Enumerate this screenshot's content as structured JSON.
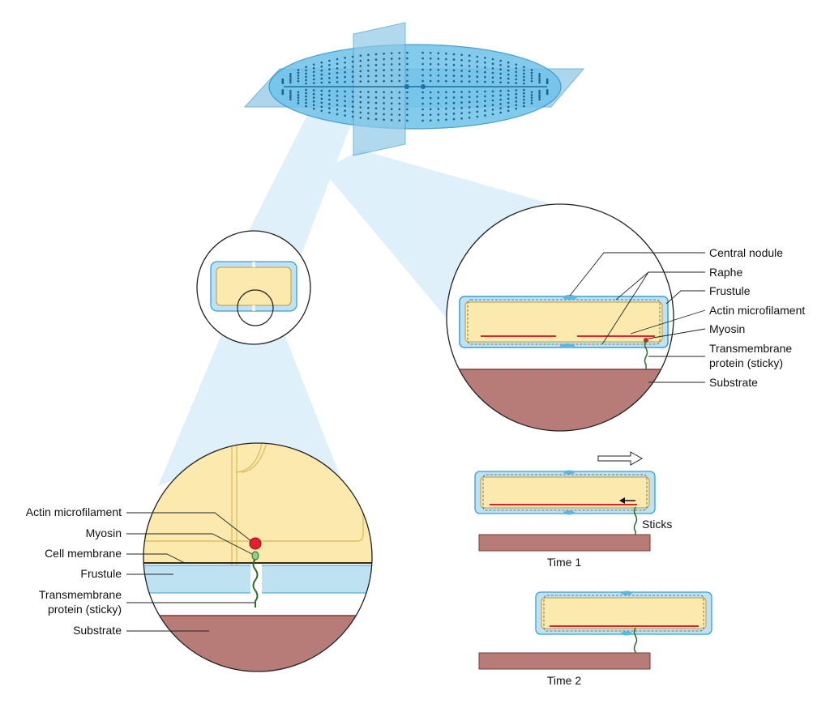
{
  "colors": {
    "cytoplasm": "#fbe9ad",
    "frustule": "#bfe2f2",
    "frustule_edge": "#3a9fd0",
    "substrate": "#b87c78",
    "actin": "#d9232f",
    "myosin": "#e3202f",
    "transmembrane": "#2e6b2b",
    "beam": "#d4ebf8"
  },
  "right_callouts": {
    "central_nodule": "Central nodule",
    "raphe": "Raphe",
    "frustule": "Frustule",
    "actin": "Actin microfilament",
    "myosin": "Myosin",
    "transmembrane_1": "Transmembrane",
    "transmembrane_2": "protein (sticky)",
    "substrate": "Substrate"
  },
  "left_callouts": {
    "actin": "Actin microfilament",
    "myosin": "Myosin",
    "cell_membrane": "Cell membrane",
    "frustule": "Frustule",
    "transmembrane_1": "Transmembrane",
    "transmembrane_2": "protein (sticky)",
    "substrate": "Substrate"
  },
  "time_panels": {
    "sticks": "Sticks",
    "time1": "Time 1",
    "time2": "Time 2"
  }
}
